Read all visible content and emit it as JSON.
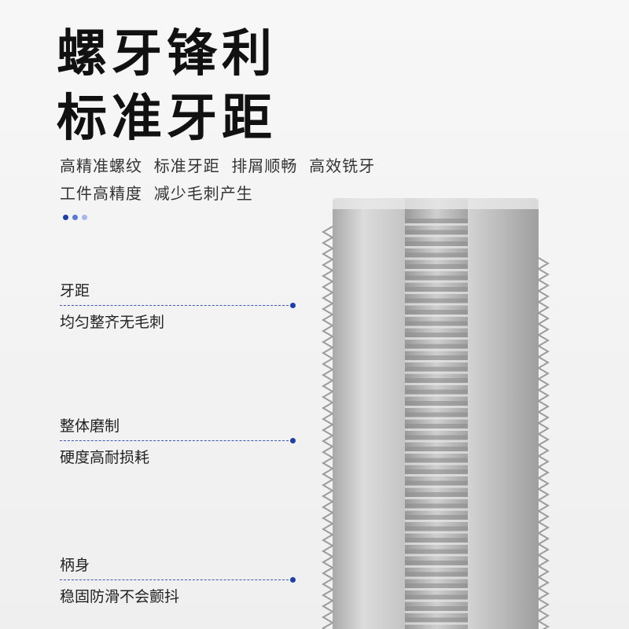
{
  "headline": {
    "line1": "螺牙锋利",
    "line2": "标准牙距"
  },
  "subline": {
    "line1": "高精准螺纹  标准牙距  排屑顺畅  高效铣牙",
    "line2": "工件高精度  减少毛刺产生"
  },
  "dots": {
    "colors": [
      "#1f3fa8",
      "#5b79d6",
      "#a7b8ec"
    ]
  },
  "callouts": [
    {
      "title": "牙距",
      "desc": "均匀整齐无毛刺"
    },
    {
      "title": "整体磨制",
      "desc": "硬度高耐损耗"
    },
    {
      "title": "柄身",
      "desc": "稳固防滑不会颤抖"
    }
  ],
  "colors": {
    "accent": "#1f3fa8",
    "text": "#222222",
    "metal": "#c9c9c9"
  },
  "image": {
    "subject": "threaded-tap-illustration"
  }
}
